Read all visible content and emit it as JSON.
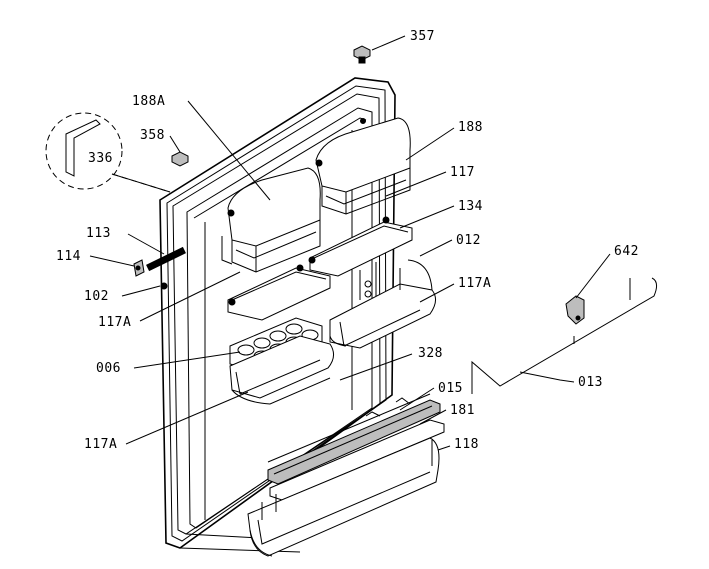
{
  "labels": {
    "p357": "357",
    "p188A": "188A",
    "p358": "358",
    "p188": "188",
    "p336": "336",
    "p117_top": "117",
    "p134": "134",
    "p113": "113",
    "p012": "012",
    "p114": "114",
    "p642": "642",
    "p117A_right": "117A",
    "p102": "102",
    "p117A_left": "117A",
    "p006": "006",
    "p328": "328",
    "p013": "013",
    "p015": "015",
    "p181": "181",
    "p117A_bottom": "117A",
    "p118": "118"
  }
}
